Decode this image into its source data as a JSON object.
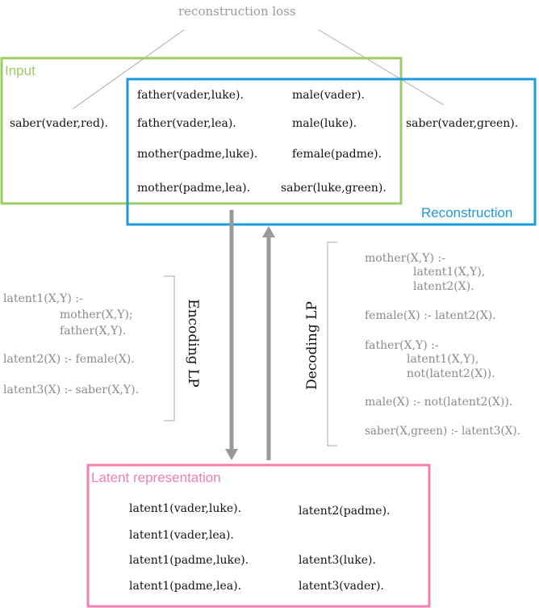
{
  "top_label": "reconstruction loss",
  "input": {
    "label": "Input",
    "color": "#9ccc65",
    "left_fact": "saber(vader,red)."
  },
  "reconstruction": {
    "label": "Reconstruction",
    "color": "#1e9be0",
    "right_fact": "saber(vader,green)."
  },
  "shared_facts": {
    "col1": [
      "father(vader,luke).",
      "father(vader,lea).",
      "mother(padme,luke).",
      "mother(padme,lea)."
    ],
    "col2": [
      "male(vader).",
      "male(luke).",
      "female(padme).",
      "saber(luke,green)."
    ]
  },
  "encoding": {
    "title": "Encoding LP",
    "rules": [
      "latent1(X,Y) :-",
      "mother(X,Y);",
      "father(X,Y).",
      "latent2(X) :-  female(X).",
      "latent3(X) :- saber(X,Y)."
    ]
  },
  "decoding": {
    "title": "Decoding LP",
    "rules": [
      "mother(X,Y) :-",
      "latent1(X,Y),",
      "latent2(X).",
      "female(X) :- latent2(X).",
      "father(X,Y) :-",
      "latent1(X,Y),",
      "not(latent2(X)).",
      "male(X) :- not(latent2(X)).",
      "saber(X,green) :- latent3(X)."
    ]
  },
  "latent": {
    "label": "Latent representation",
    "color": "#f27fb1",
    "col1": [
      "latent1(vader,luke).",
      "latent1(vader,lea).",
      "latent1(padme,luke).",
      "latent1(padme,lea)."
    ],
    "col2": [
      "latent2(padme).",
      "latent3(luke).",
      "latent3(vader)."
    ]
  },
  "colors": {
    "arrow": "#999999",
    "bracket": "#aaaaaa",
    "line": "#aaaaaa"
  }
}
